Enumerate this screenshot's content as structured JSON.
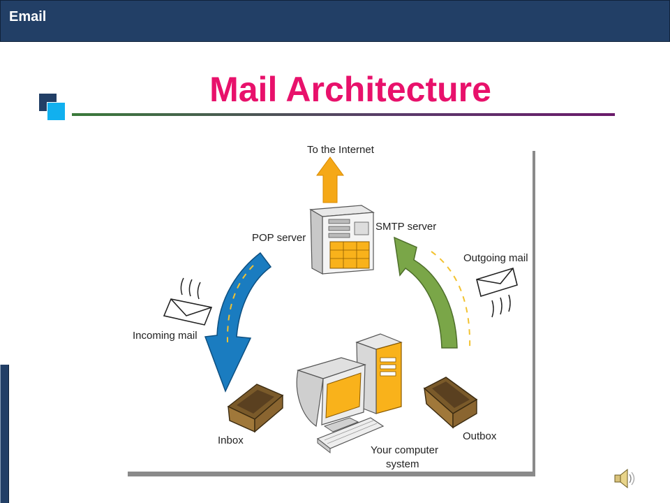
{
  "header": {
    "section_label": "Email"
  },
  "slide": {
    "title": "Mail Architecture"
  },
  "diagram": {
    "labels": {
      "internet": "To the Internet",
      "pop": "POP server",
      "smtp": "SMTP server",
      "incoming": "Incoming mail",
      "outgoing": "Outgoing mail",
      "inbox": "Inbox",
      "outbox": "Outbox",
      "computer_line1": "Your computer",
      "computer_line2": "system"
    }
  },
  "colors": {
    "header_bg": "#223f66",
    "title": "#e8116b",
    "incoming_arrow": "#1a7cc0",
    "outgoing_arrow": "#7aa648",
    "internet_arrow": "#f5a817",
    "device_accent": "#f9b21b"
  },
  "icons": [
    "envelope-icon",
    "speaker-icon",
    "server-icon",
    "computer-icon",
    "tray-icon"
  ]
}
